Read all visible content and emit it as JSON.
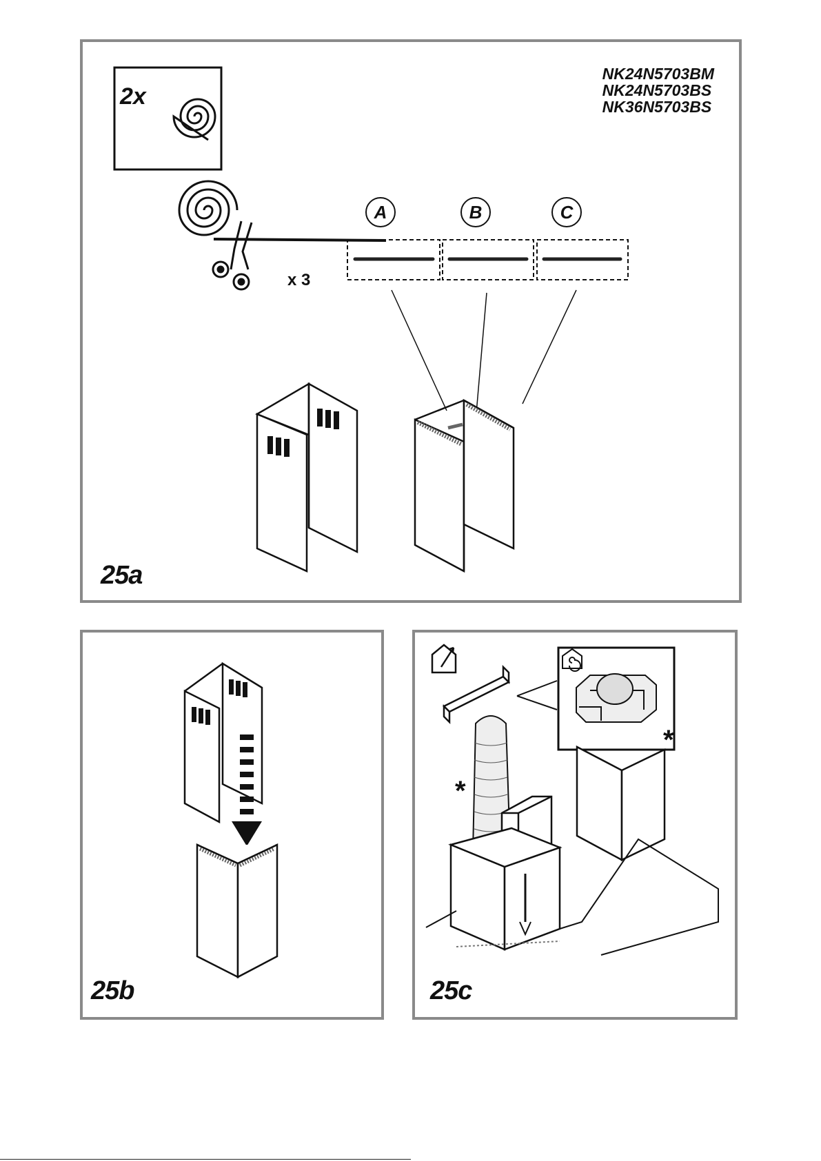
{
  "panel_a": {
    "label": "25a",
    "models": [
      "NK24N5703BM",
      "NK24N5703BS",
      "NK36N5703BS"
    ],
    "seal_count": "2x",
    "cut_count": "x 3",
    "strips": [
      "A",
      "B",
      "C"
    ]
  },
  "panel_b": {
    "label": "25b"
  },
  "panel_c": {
    "label": "25c",
    "asterisk": "*"
  },
  "icons": {
    "seal_roll": "spiral-seal-icon",
    "scissors": "scissors-icon",
    "house_vent_out": "house-vent-out-icon",
    "house_recirc": "house-recirculation-icon"
  }
}
